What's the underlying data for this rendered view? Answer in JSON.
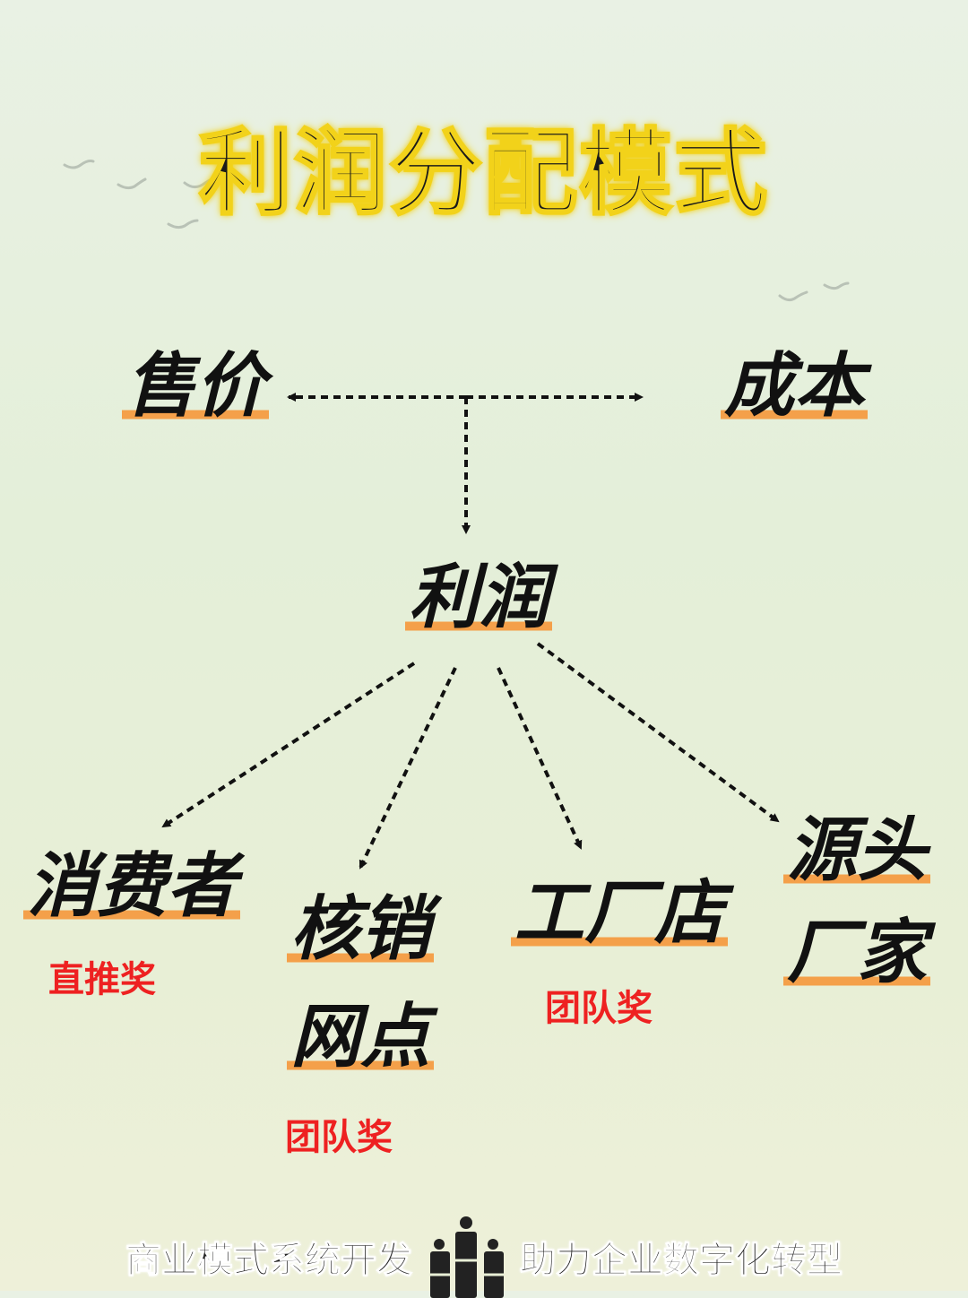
{
  "title": "利润分配模式",
  "nodes": {
    "price": "售价",
    "cost": "成本",
    "profit": "利润",
    "consumer": "消费者",
    "outlet_line1": "核销",
    "outlet_line2": "网点",
    "factory_store": "工厂店",
    "source_line1": "源头",
    "source_line2": "厂家"
  },
  "awards": {
    "consumer": "直推奖",
    "outlet": "团队奖",
    "factory_store": "团队奖"
  },
  "footer": {
    "left": "商业模式系统开发",
    "right": "助力企业数字化转型"
  },
  "colors": {
    "underline": "#f4a04a",
    "award": "#ee2121",
    "title_glow": "#f2d21a"
  }
}
